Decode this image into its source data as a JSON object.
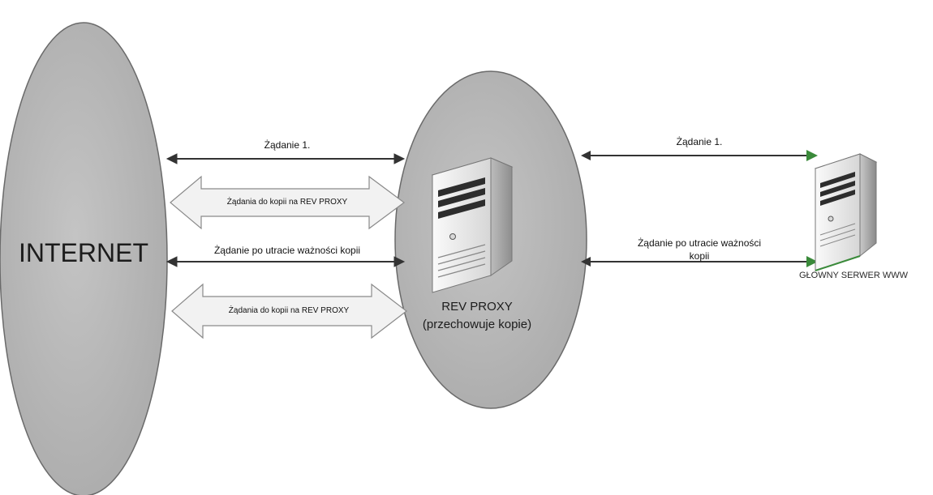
{
  "nodes": {
    "internet": {
      "label": "INTERNET"
    },
    "rev_proxy": {
      "label_line1": "REV PROXY",
      "label_line2": "(przechowuje kopie)"
    },
    "main_server": {
      "label": "GŁOWNY SERWER WWW"
    }
  },
  "edges": {
    "left_request_1": "Żądanie 1.",
    "left_copy_requests_top": "Żądania do kopii na REV PROXY",
    "left_request_expired": "Żądanie po utracie ważności kopii",
    "left_copy_requests_bottom": "Żądania do kopii na REV PROXY",
    "right_request_1": "Żądanie 1.",
    "right_request_expired_line1": "Żądanie po utracie ważności",
    "right_request_expired_line2": "kopii"
  },
  "colors": {
    "ellipse_fill": "#b9b9b9",
    "arrow_dark": "#333333",
    "arrow_green": "#3a8a3a",
    "block_arrow_fill": "#f2f2f2"
  }
}
